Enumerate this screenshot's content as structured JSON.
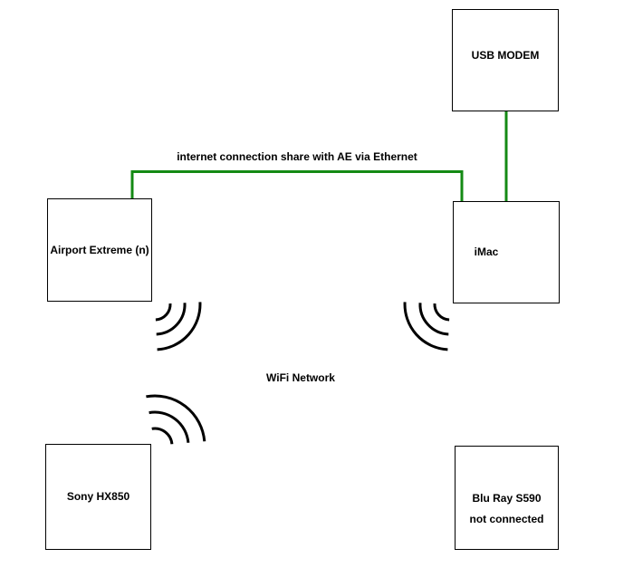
{
  "diagram": {
    "connector_color": "#148a14",
    "ethernet_label": "internet connection share with AE via Ethernet",
    "wifi_label": "WiFi Network",
    "nodes": {
      "usb_modem": {
        "label": "USB MODEM"
      },
      "airport_extreme": {
        "label": "Airport Extreme (n)"
      },
      "imac": {
        "label": "iMac"
      },
      "sony_tv": {
        "label": "Sony HX850"
      },
      "blu_ray": {
        "line1": "Blu Ray S590",
        "line2": "not connected"
      }
    },
    "icons": {
      "wifi_signal": "three concentric quarter-circle arcs"
    }
  }
}
